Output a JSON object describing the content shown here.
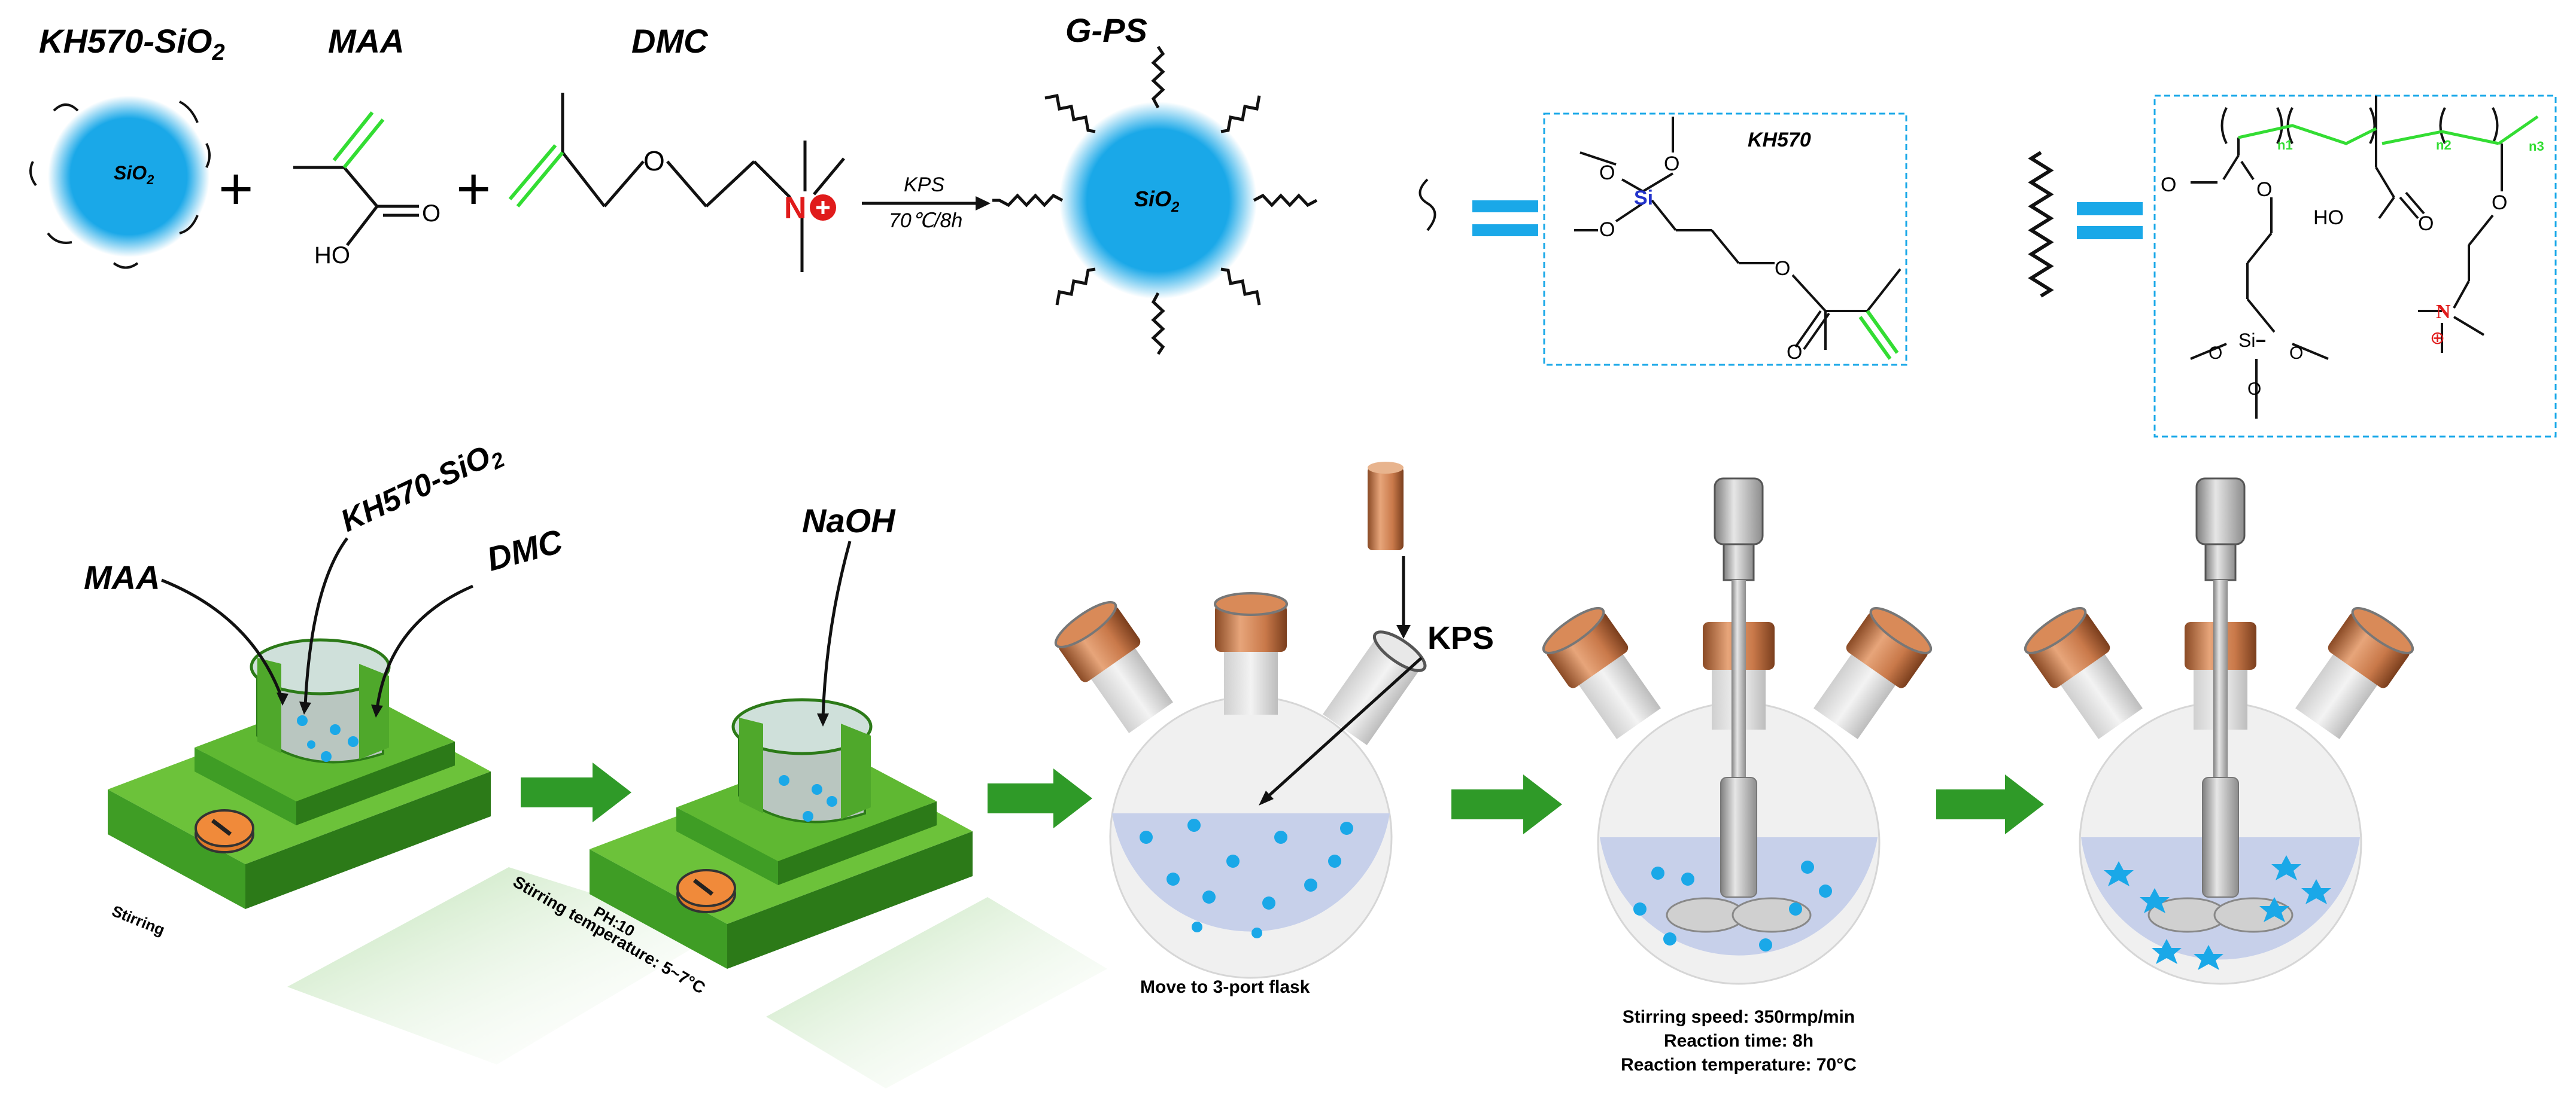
{
  "reactants": {
    "kh570_sio2": {
      "label": "KH570-SiO",
      "sub": "2",
      "core": "SiO",
      "core_sub": "2"
    },
    "maa": {
      "label": "MAA",
      "oh": "HO",
      "o": "O"
    },
    "dmc": {
      "label": "DMC",
      "o": "O",
      "n": "N"
    },
    "plus": "+",
    "arrow_top": "KPS",
    "arrow_bottom": "70℃/8h"
  },
  "product": {
    "label": "G-PS",
    "core": "SiO",
    "core_sub": "2"
  },
  "legend_kh570": {
    "equals": "=",
    "title": "KH570",
    "si": "Si",
    "o": "O"
  },
  "legend_polymer": {
    "equals": "=",
    "n1": "n1",
    "n2": "n2",
    "n3": "n3",
    "oh": "HO",
    "o": "O",
    "si": "Si",
    "n": "N",
    "plus": "⊕"
  },
  "process": {
    "step1": {
      "maa": "MAA",
      "kh570": "KH570-SiO",
      "kh570_sub": "2",
      "dmc": "DMC",
      "caption": "Stirring"
    },
    "step2": {
      "naoh": "NaOH",
      "ph": "PH:10",
      "temp": "Stirring temperature: 5~7°C"
    },
    "step3": {
      "kps": "KPS",
      "caption": "Move to 3-port flask"
    },
    "step4": {
      "caption_lines": [
        "Stirring speed: 350rmp/min",
        "Reaction time: 8h",
        "Reaction temperature: 70°C"
      ]
    }
  },
  "colors": {
    "sio2": "#1aa8e8",
    "green": "#2f9a28",
    "platform": "#4caf2a",
    "vinyl": "#33dd33",
    "copper": "#c9794a",
    "red": "#e01b1b"
  }
}
